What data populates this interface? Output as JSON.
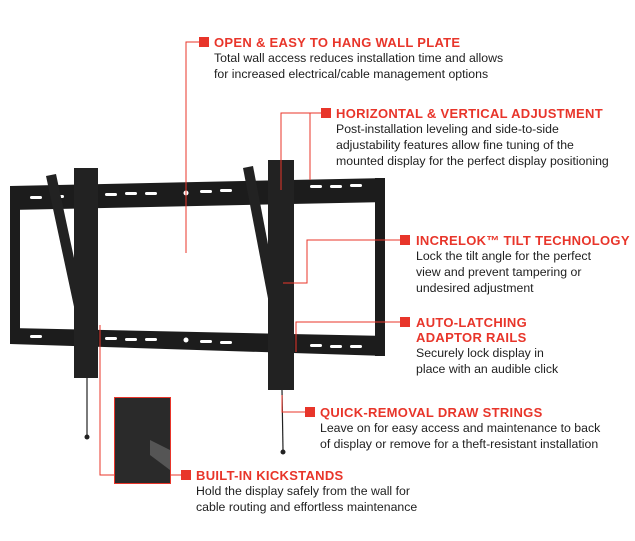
{
  "accent_color": "#e8352a",
  "features": [
    {
      "title": "OPEN & EASY TO HANG WALL PLATE",
      "lines": [
        "Total wall access reduces installation time and allows",
        "for increased electrical/cable management options"
      ]
    },
    {
      "title": "HORIZONTAL & VERTICAL ADJUSTMENT",
      "lines": [
        "Post-installation leveling and side-to-side",
        "adjustability features allow fine tuning of the",
        "mounted display for the perfect display positioning"
      ]
    },
    {
      "title": "INCRELOK™ TILT TECHNOLOGY",
      "lines": [
        "Lock the tilt angle for the perfect",
        "view and prevent tampering or",
        "undesired adjustment"
      ]
    },
    {
      "title_lines": [
        "AUTO-LATCHING",
        "ADAPTOR RAILS"
      ],
      "lines": [
        "Securely lock display in",
        "place with an audible click"
      ]
    },
    {
      "title": "QUICK-REMOVAL DRAW STRINGS",
      "lines": [
        "Leave on for easy access and maintenance to back",
        "of display or remove for a theft-resistant installation"
      ]
    },
    {
      "title": "BUILT-IN KICKSTANDS",
      "lines": [
        "Hold the display safely from the wall for",
        "cable routing and effortless maintenance"
      ]
    }
  ]
}
